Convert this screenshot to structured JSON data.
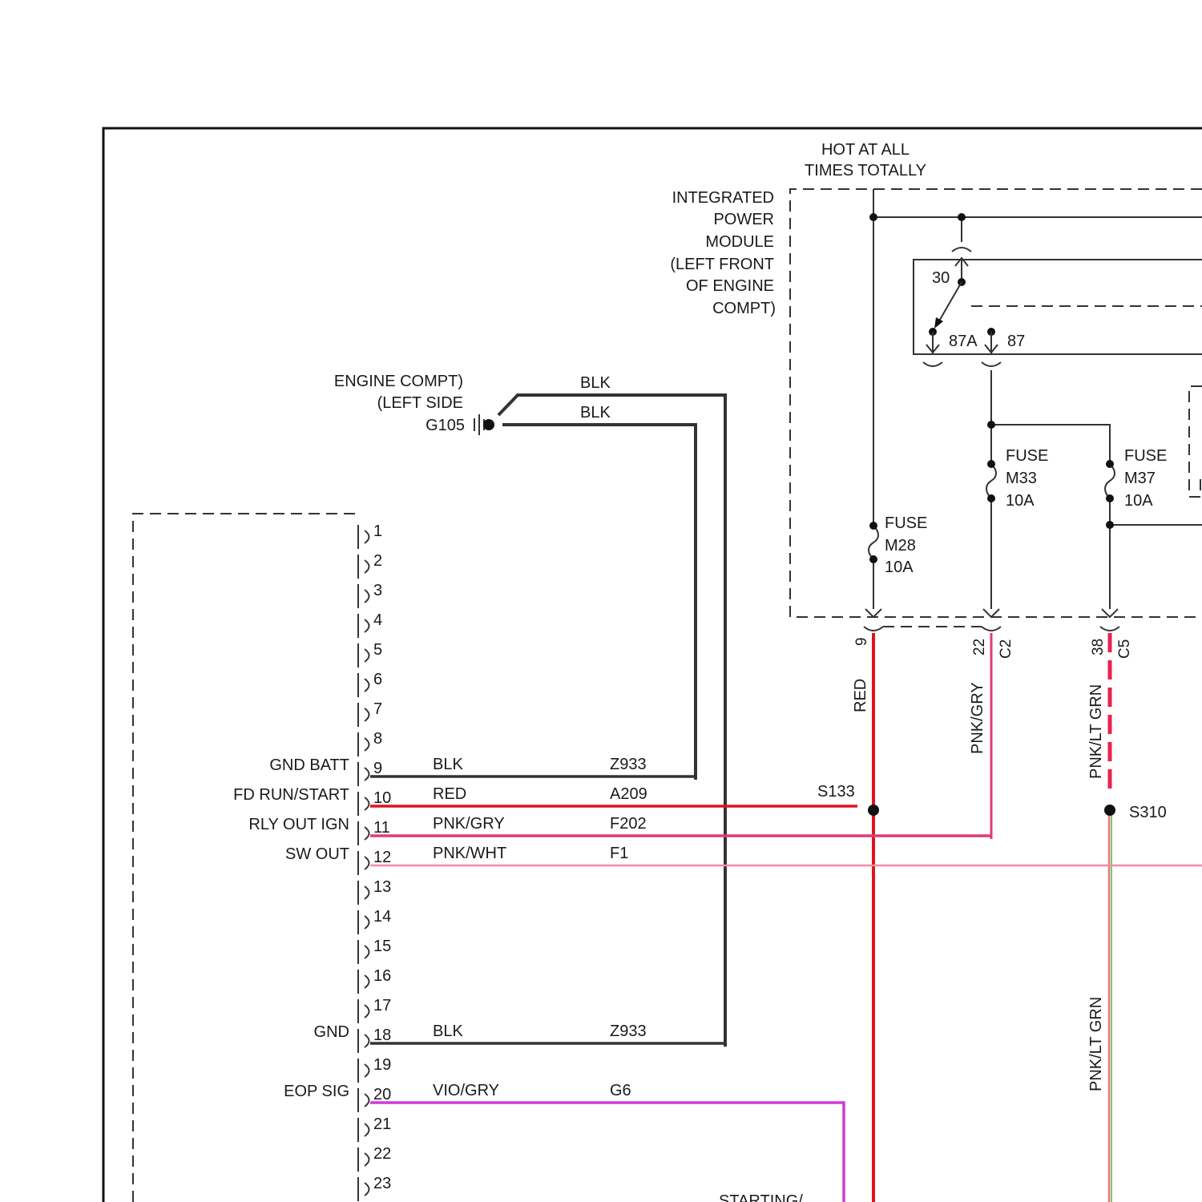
{
  "title_block": {
    "line1": "HOT AT ALL",
    "line2": "TIMES TOTALLY"
  },
  "ipm": {
    "label_lines": [
      "INTEGRATED",
      "POWER",
      "MODULE",
      "(LEFT FRONT",
      "OF ENGINE",
      "COMPT)"
    ],
    "relay_pins": {
      "p30": "30",
      "p87a": "87A",
      "p87": "87"
    },
    "fuses": [
      {
        "l1": "FUSE",
        "l2": "M28",
        "l3": "10A"
      },
      {
        "l1": "FUSE",
        "l2": "M33",
        "l3": "10A"
      },
      {
        "l1": "FUSE",
        "l2": "M37",
        "l3": "10A"
      }
    ],
    "outputs": [
      {
        "pin": "9",
        "color": "RED"
      },
      {
        "pin": "22",
        "connector": "C2",
        "color": "PNK/GRY"
      },
      {
        "pin": "38",
        "connector": "C5",
        "color": "PNK/LT GRN"
      }
    ]
  },
  "ground": {
    "label_lines": [
      "ENGINE COMPT)",
      "(LEFT SIDE",
      "G105"
    ],
    "wire1": "BLK",
    "wire2": "BLK"
  },
  "pins": [
    "1",
    "2",
    "3",
    "4",
    "5",
    "6",
    "7",
    "8",
    "9",
    "10",
    "11",
    "12",
    "13",
    "14",
    "15",
    "16",
    "17",
    "18",
    "19",
    "20",
    "21",
    "22",
    "23"
  ],
  "circuits": [
    {
      "pin": "9",
      "name": "GND BATT",
      "color": "BLK",
      "code": "Z933",
      "hex": "#333333"
    },
    {
      "pin": "10",
      "name": "FD RUN/START",
      "color": "RED",
      "code": "A209",
      "hex": "#e0141b"
    },
    {
      "pin": "11",
      "name": "RLY OUT IGN",
      "color": "PNK/GRY",
      "code": "F202",
      "hex": "#e23a7a"
    },
    {
      "pin": "12",
      "name": "SW OUT",
      "color": "PNK/WHT",
      "code": "F1",
      "hex": "#ef8ca8"
    },
    {
      "pin": "18",
      "name": "GND",
      "color": "BLK",
      "code": "Z933",
      "hex": "#333333"
    },
    {
      "pin": "20",
      "name": "EOP SIG",
      "color": "VIO/GRY",
      "code": "G6",
      "hex": "#d23ad8"
    }
  ],
  "splices": {
    "s133": "S133",
    "s310": "S310"
  },
  "lower_wire_label": "PNK/LT GRN",
  "partial_label": "STARTING/"
}
